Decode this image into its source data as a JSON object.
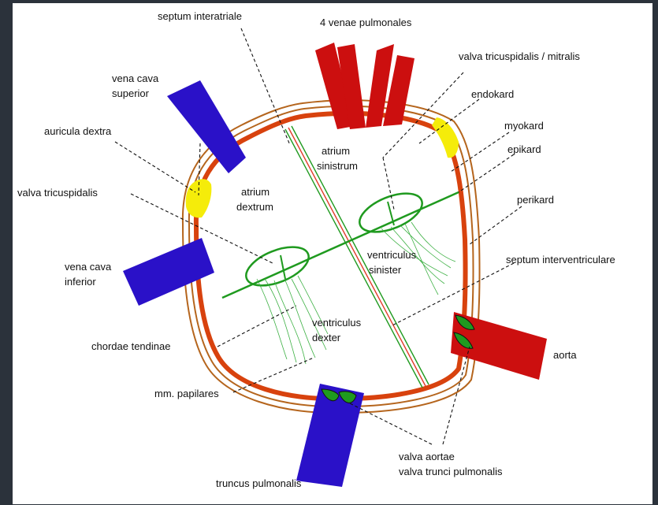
{
  "diagram": {
    "labels": {
      "septum_interatriale": "septum interatriale",
      "venae_pulmonales": "4 venae pulmonales",
      "valva_tri_mitralis": "valva tricuspidalis / mitralis",
      "endokard": "endokard",
      "myokard": "myokard",
      "epikard": "epikard",
      "perikard": "perikard",
      "septum_interventriculare": "septum interventriculare",
      "vena_cava_superior_1": "vena cava",
      "vena_cava_superior_2": "superior",
      "auricula_dextra": "auricula dextra",
      "valva_tricuspidalis": "valva tricuspidalis",
      "vena_cava_inferior_1": "vena cava",
      "vena_cava_inferior_2": "inferior",
      "chordae_tendinae": "chordae tendinae",
      "mm_papilares": "mm. papilares",
      "truncus_pulmonalis": "truncus pulmonalis",
      "valva_aortae": "valva aortae",
      "valva_trunci": "valva trunci pulmonalis",
      "aorta": "aorta",
      "atrium_sinistrum_1": "atrium",
      "atrium_sinistrum_2": "sinistrum",
      "atrium_dextrum_1": "atrium",
      "atrium_dextrum_2": "dextrum",
      "ventriculus_sinister_1": "ventriculus",
      "ventriculus_sinister_2": "sinister",
      "ventriculus_dexter_1": "ventriculus",
      "ventriculus_dexter_2": "dexter"
    },
    "colors": {
      "vein_blue": "#2a11c8",
      "artery_red": "#cc0f0f",
      "myocard_orange": "#d8420e",
      "pericard_brown": "#b5651d",
      "auricle_yellow": "#f5ec0a",
      "valve_green": "#1f9a1f",
      "septum_red": "#e23a2a"
    }
  }
}
